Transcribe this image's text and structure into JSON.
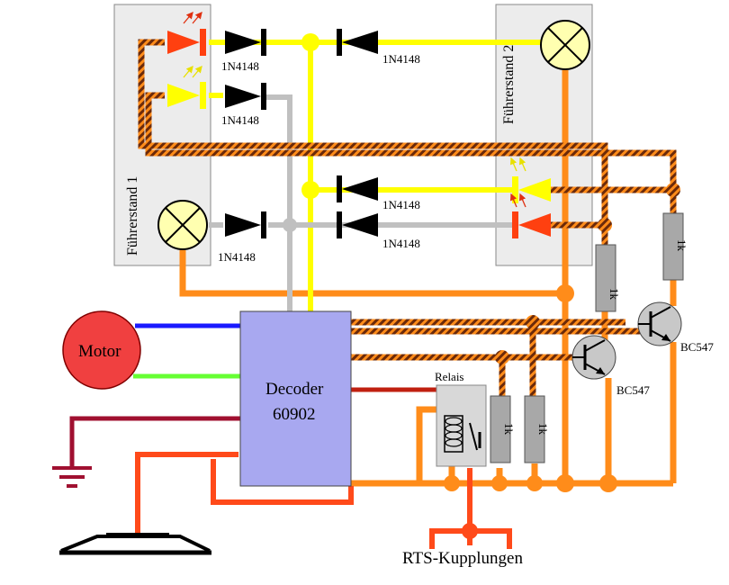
{
  "cabs": {
    "cab1": "Führerstand 1",
    "cab2": "Führerstand 2"
  },
  "motor": "Motor",
  "decoder": {
    "line1": "Decoder",
    "line2": "60902"
  },
  "relay": "Relais",
  "couplers": "RTS-Kupplungen",
  "diode_part": "1N4148",
  "transistor_part": "BC547",
  "resistor_value": "1k",
  "colors": {
    "yellow": "#ffff00",
    "gray": "#c0c0c0",
    "orange": "#ff8c1a",
    "red_orange": "#ff4a1a",
    "blue": "#1a1aff",
    "green": "#66ff33",
    "dark_red": "#a01030",
    "brown": "#8b3a12",
    "decoder_fill": "#a8a8f0",
    "motor_fill": "#f04040",
    "cab_fill": "#ececec"
  }
}
